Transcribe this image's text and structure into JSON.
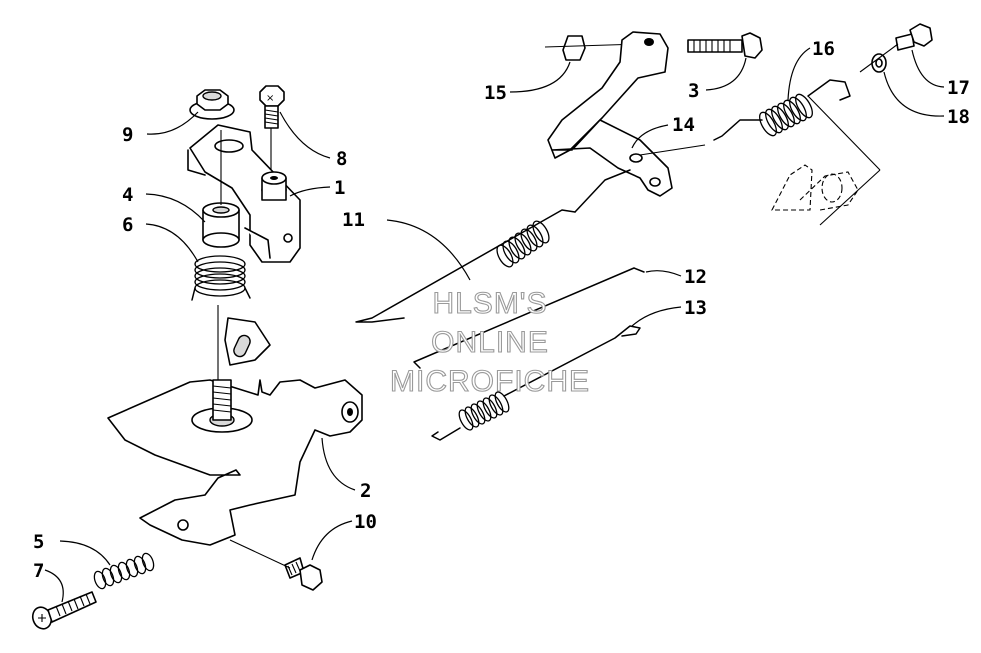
{
  "watermark": {
    "line1": "HLSM'S",
    "line2": "ONLINE",
    "line3": "MICROFICHE"
  },
  "callouts": [
    "1",
    "2",
    "3",
    "4",
    "5",
    "6",
    "7",
    "8",
    "9",
    "10",
    "11",
    "12",
    "13",
    "14",
    "15",
    "16",
    "17",
    "18"
  ],
  "icons": {
    "nut": "hex-nut-icon",
    "bolt": "flange-bolt-icon",
    "screw": "phillips-screw-icon",
    "spring": "coil-spring-icon",
    "washer": "washer-icon"
  }
}
